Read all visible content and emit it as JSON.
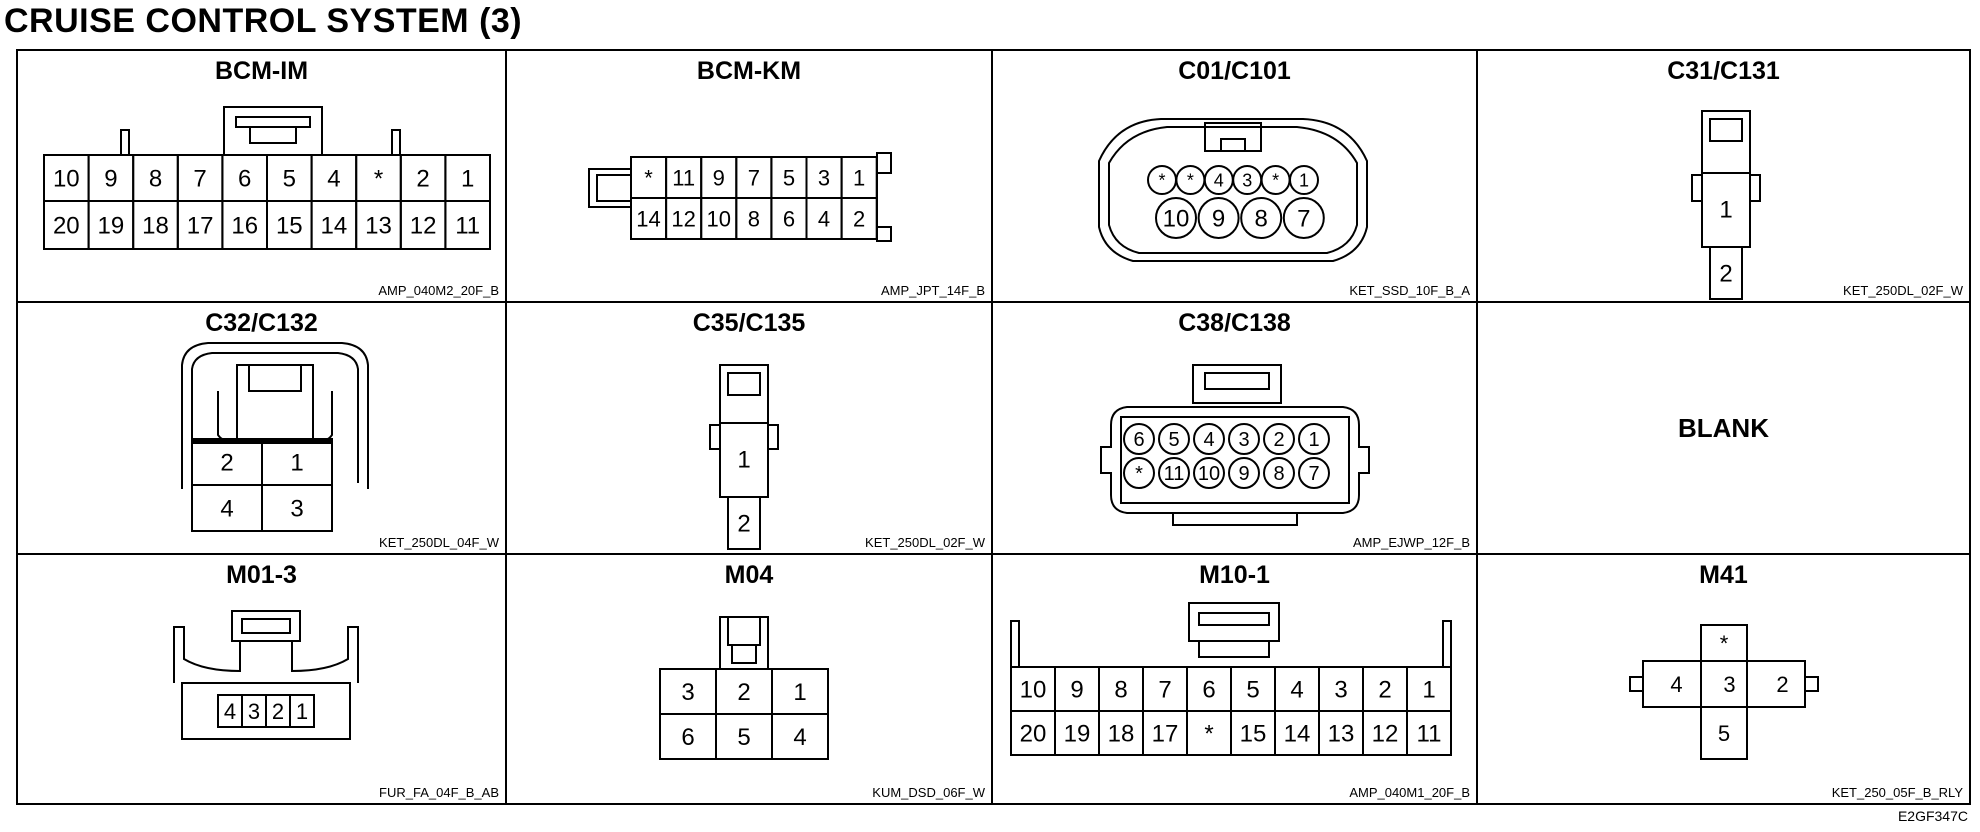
{
  "page_title": "CRUISE CONTROL SYSTEM (3)",
  "corner_code": "E2GF347C",
  "blank_cell": {
    "text": "BLANK"
  },
  "connectors": [
    {
      "id": "bcm-im",
      "title": "BCM-IM",
      "code": "AMP_040M2_20F_B",
      "pins": {
        "top": [
          "10",
          "9",
          "8",
          "7",
          "6",
          "5",
          "4",
          "*",
          "2",
          "1"
        ],
        "bottom": [
          "20",
          "19",
          "18",
          "17",
          "16",
          "15",
          "14",
          "13",
          "12",
          "11"
        ]
      }
    },
    {
      "id": "bcm-km",
      "title": "BCM-KM",
      "code": "AMP_JPT_14F_B",
      "pins": {
        "top": [
          "*",
          "11",
          "9",
          "7",
          "5",
          "3",
          "1"
        ],
        "bottom": [
          "14",
          "12",
          "10",
          "8",
          "6",
          "4",
          "2"
        ]
      }
    },
    {
      "id": "c01-c101",
      "title": "C01/C101",
      "code": "KET_SSD_10F_B_A",
      "pins": {
        "top": [
          "*",
          "*",
          "4",
          "3",
          "*",
          "1"
        ],
        "bottom": [
          "10",
          "9",
          "8",
          "7"
        ]
      }
    },
    {
      "id": "c31-c131",
      "title": "C31/C131",
      "code": "KET_250DL_02F_W",
      "pins": {
        "top": [
          "1"
        ],
        "bottom": [
          "2"
        ]
      }
    },
    {
      "id": "c32-c132",
      "title": "C32/C132",
      "code": "KET_250DL_04F_W",
      "pins": {
        "top": [
          "2",
          "1"
        ],
        "bottom": [
          "4",
          "3"
        ]
      }
    },
    {
      "id": "c35-c135",
      "title": "C35/C135",
      "code": "KET_250DL_02F_W",
      "pins": {
        "top": [
          "1"
        ],
        "bottom": [
          "2"
        ]
      }
    },
    {
      "id": "c38-c138",
      "title": "C38/C138",
      "code": "AMP_EJWP_12F_B",
      "pins": {
        "top": [
          "6",
          "5",
          "4",
          "3",
          "2",
          "1"
        ],
        "bottom": [
          "*",
          "11",
          "10",
          "9",
          "8",
          "7"
        ]
      }
    },
    {
      "id": "m01-3",
      "title": "M01-3",
      "code": "FUR_FA_04F_B_AB",
      "pins": {
        "top": [
          "4",
          "3",
          "2",
          "1"
        ]
      }
    },
    {
      "id": "m04",
      "title": "M04",
      "code": "KUM_DSD_06F_W",
      "pins": {
        "top": [
          "3",
          "2",
          "1"
        ],
        "bottom": [
          "6",
          "5",
          "4"
        ]
      }
    },
    {
      "id": "m10-1",
      "title": "M10-1",
      "code": "AMP_040M1_20F_B",
      "pins": {
        "top": [
          "10",
          "9",
          "8",
          "7",
          "6",
          "5",
          "4",
          "3",
          "2",
          "1"
        ],
        "bottom": [
          "20",
          "19",
          "18",
          "17",
          "*",
          "15",
          "14",
          "13",
          "12",
          "11"
        ]
      }
    },
    {
      "id": "m41",
      "title": "M41",
      "code": "KET_250_05F_B_RLY",
      "pins": {
        "top": [
          "*"
        ],
        "middle": [
          "4",
          "3",
          "2"
        ],
        "bottom": [
          "5"
        ]
      }
    }
  ]
}
